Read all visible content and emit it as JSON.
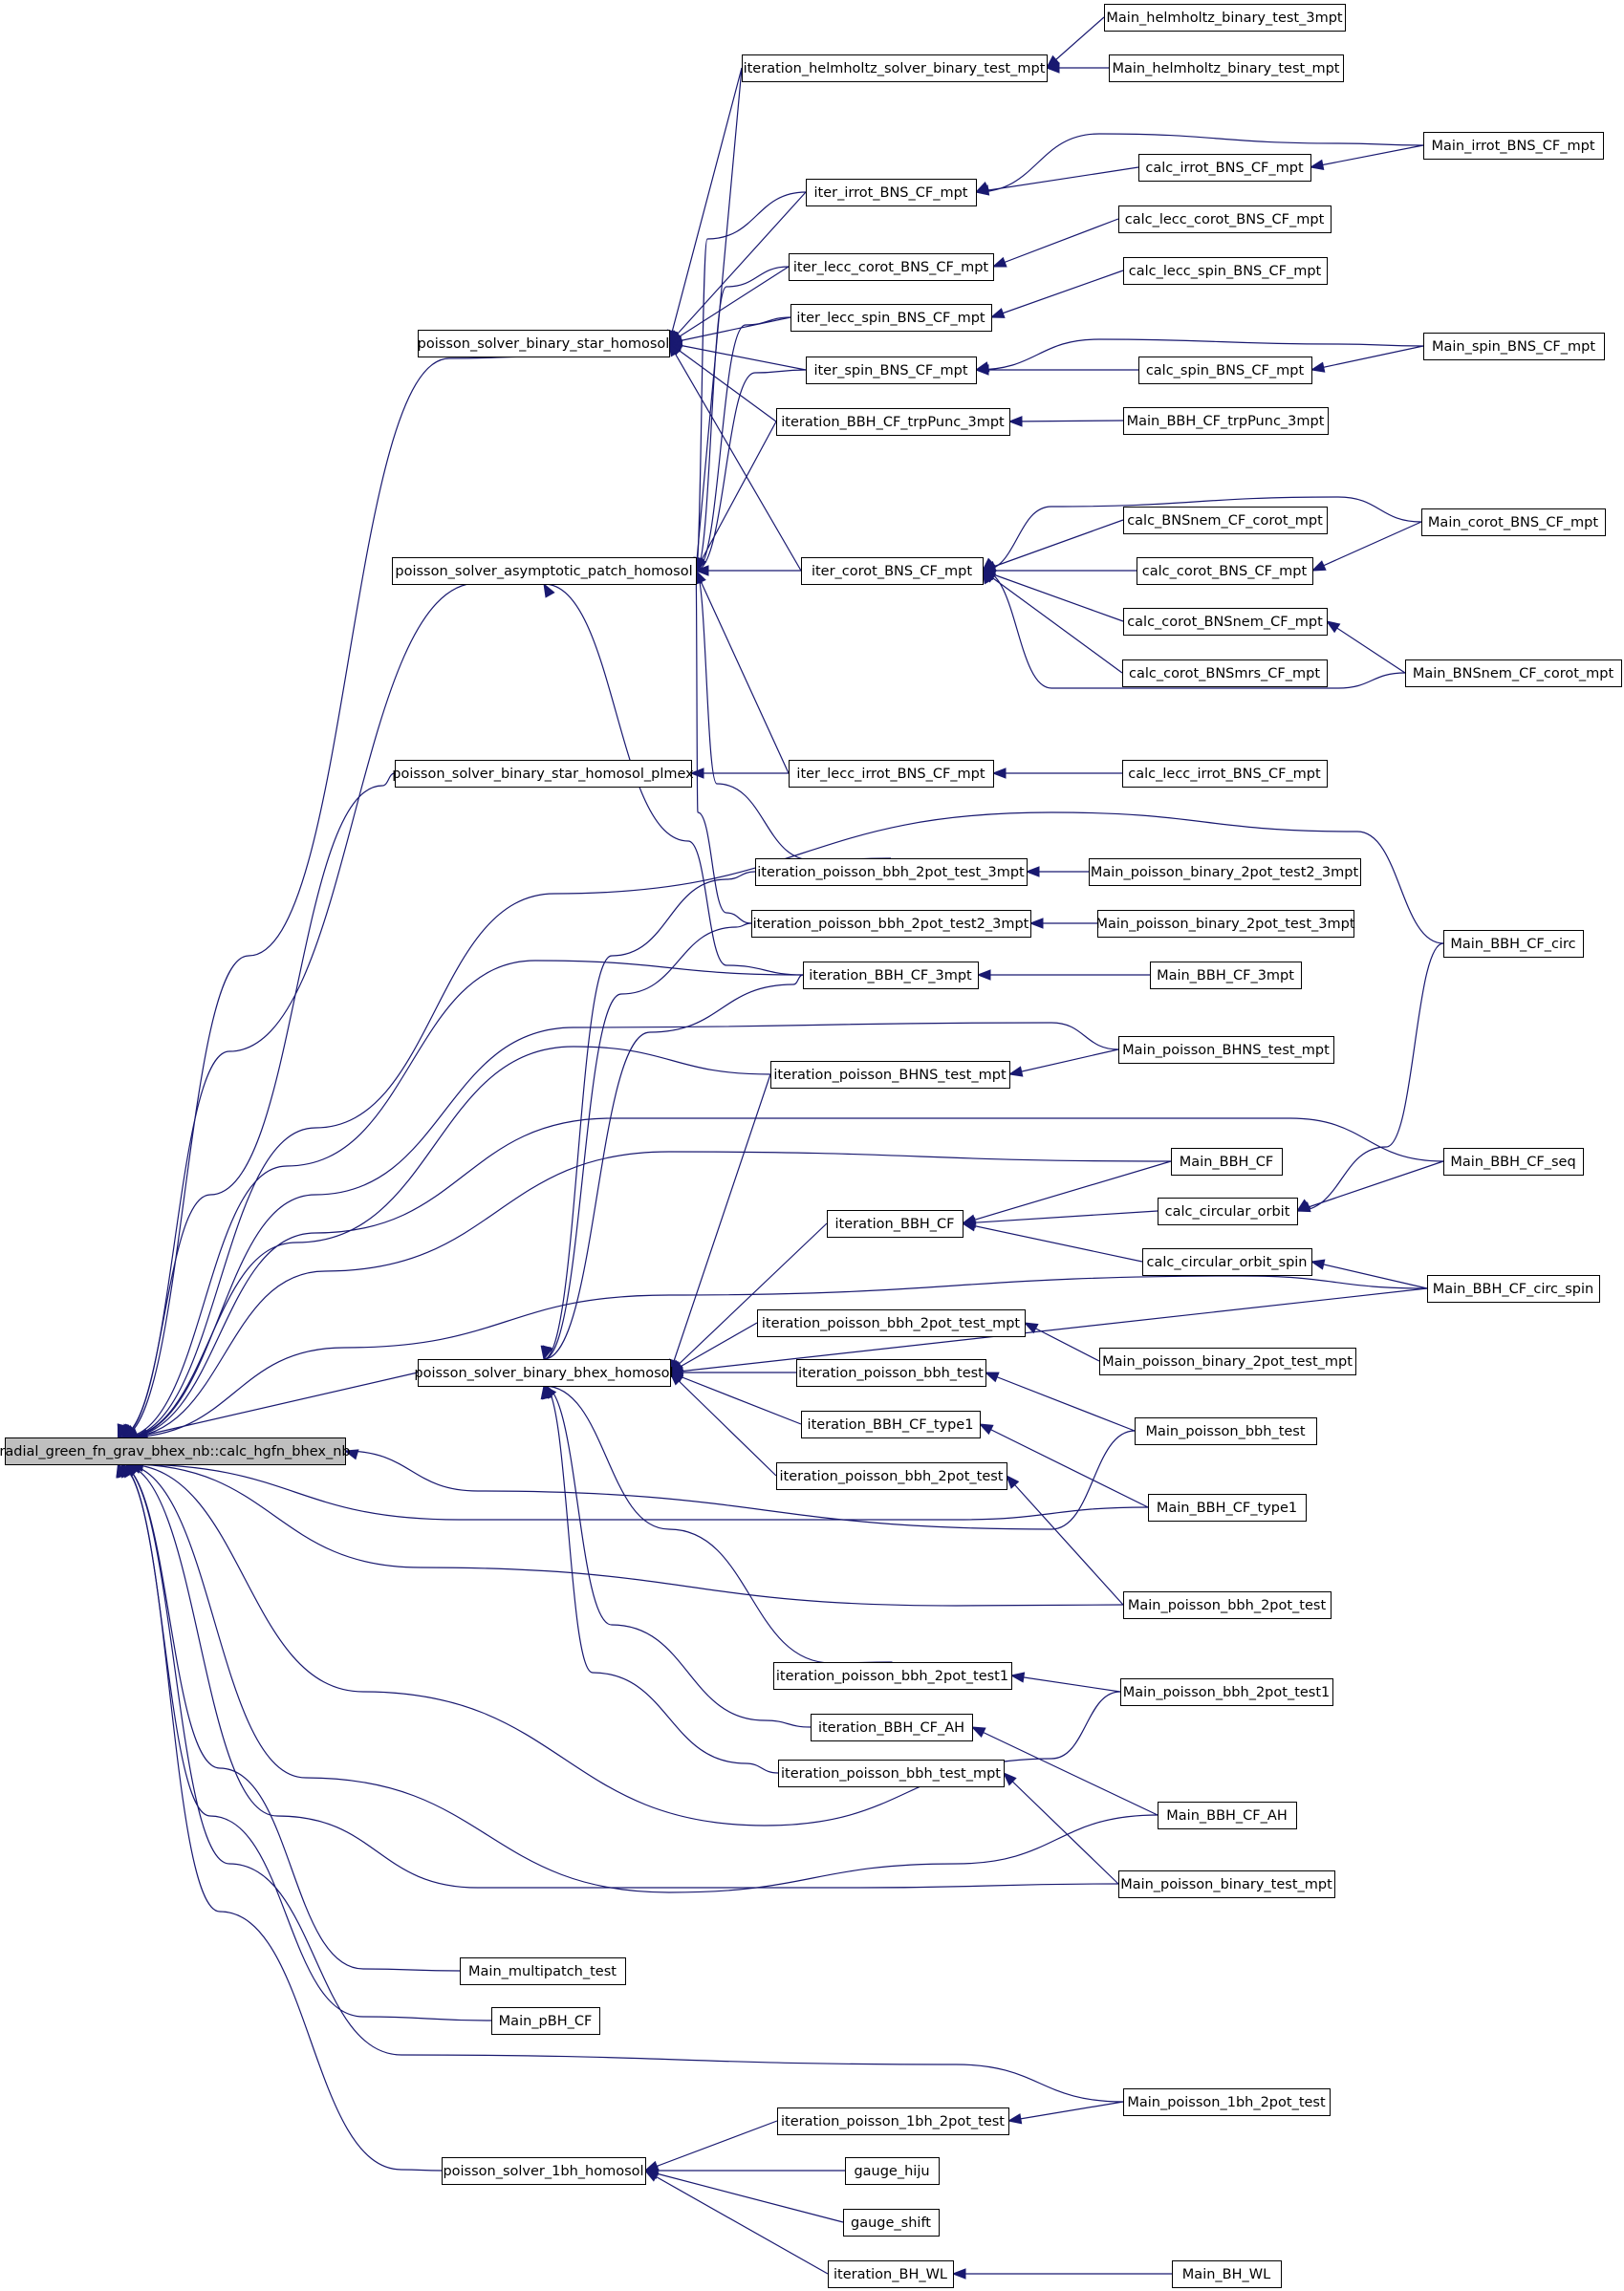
{
  "graph": {
    "root": "radial_green_fn_grav_bhex_nb::calc_hgfn_bhex_nb",
    "nodes": [
      {
        "id": "root",
        "label": "radial_green_fn_grav_bhex_nb::calc_hgfn_bhex_nb"
      },
      {
        "id": "psbsh",
        "label": "poisson_solver_binary_star_homosol"
      },
      {
        "id": "psaph",
        "label": "poisson_solver_asymptotic_patch_homosol"
      },
      {
        "id": "psbshp",
        "label": "poisson_solver_binary_star_homosol_plmex"
      },
      {
        "id": "psbbh",
        "label": "poisson_solver_binary_bhex_homosol"
      },
      {
        "id": "ps1bh",
        "label": "poisson_solver_1bh_homosol"
      },
      {
        "id": "ihsbt",
        "label": "iteration_helmholtz_solver_binary_test_mpt"
      },
      {
        "id": "mhbt3",
        "label": "Main_helmholtz_binary_test_3mpt"
      },
      {
        "id": "mhbt",
        "label": "Main_helmholtz_binary_test_mpt"
      },
      {
        "id": "iirrot",
        "label": "iter_irrot_BNS_CF_mpt"
      },
      {
        "id": "cirrot",
        "label": "calc_irrot_BNS_CF_mpt"
      },
      {
        "id": "mirrot",
        "label": "Main_irrot_BNS_CF_mpt"
      },
      {
        "id": "ilecccorot",
        "label": "iter_lecc_corot_BNS_CF_mpt"
      },
      {
        "id": "clecccorot",
        "label": "calc_lecc_corot_BNS_CF_mpt"
      },
      {
        "id": "ileccspin",
        "label": "iter_lecc_spin_BNS_CF_mpt"
      },
      {
        "id": "cleccspin",
        "label": "calc_lecc_spin_BNS_CF_mpt"
      },
      {
        "id": "ispin",
        "label": "iter_spin_BNS_CF_mpt"
      },
      {
        "id": "cspin",
        "label": "calc_spin_BNS_CF_mpt"
      },
      {
        "id": "mspin",
        "label": "Main_spin_BNS_CF_mpt"
      },
      {
        "id": "ibbhtrp",
        "label": "iteration_BBH_CF_trpPunc_3mpt"
      },
      {
        "id": "mbbhtrp",
        "label": "Main_BBH_CF_trpPunc_3mpt"
      },
      {
        "id": "icorot",
        "label": "iter_corot_BNS_CF_mpt"
      },
      {
        "id": "cbnsnemcorot",
        "label": "calc_BNSnem_CF_corot_mpt"
      },
      {
        "id": "ccorot",
        "label": "calc_corot_BNS_CF_mpt"
      },
      {
        "id": "mcorot",
        "label": "Main_corot_BNS_CF_mpt"
      },
      {
        "id": "ccorotbnsnem",
        "label": "calc_corot_BNSnem_CF_mpt"
      },
      {
        "id": "ccorotbnsmrs",
        "label": "calc_corot_BNSmrs_CF_mpt"
      },
      {
        "id": "mbnsnemcorot",
        "label": "Main_BNSnem_CF_corot_mpt"
      },
      {
        "id": "ileccirrot",
        "label": "iter_lecc_irrot_BNS_CF_mpt"
      },
      {
        "id": "cleccirrot",
        "label": "calc_lecc_irrot_BNS_CF_mpt"
      },
      {
        "id": "ipb2pt3",
        "label": "iteration_poisson_bbh_2pot_test_3mpt"
      },
      {
        "id": "mpb2pt2_3",
        "label": "Main_poisson_binary_2pot_test2_3mpt"
      },
      {
        "id": "ipb2pt2_3",
        "label": "iteration_poisson_bbh_2pot_test2_3mpt"
      },
      {
        "id": "mpb2pt3",
        "label": "Main_poisson_binary_2pot_test_3mpt"
      },
      {
        "id": "ibbh3",
        "label": "iteration_BBH_CF_3mpt"
      },
      {
        "id": "mbbh3",
        "label": "Main_BBH_CF_3mpt"
      },
      {
        "id": "mbbhcirc",
        "label": "Main_BBH_CF_circ"
      },
      {
        "id": "ipbhns",
        "label": "iteration_poisson_BHNS_test_mpt"
      },
      {
        "id": "mpbhns",
        "label": "Main_poisson_BHNS_test_mpt"
      },
      {
        "id": "mbbhcf",
        "label": "Main_BBH_CF"
      },
      {
        "id": "mbbhseq",
        "label": "Main_BBH_CF_seq"
      },
      {
        "id": "ibbhcf",
        "label": "iteration_BBH_CF"
      },
      {
        "id": "ccirc",
        "label": "calc_circular_orbit"
      },
      {
        "id": "ccircspin",
        "label": "calc_circular_orbit_spin"
      },
      {
        "id": "mbbhcircspin",
        "label": "Main_BBH_CF_circ_spin"
      },
      {
        "id": "ipb2ptmpt",
        "label": "iteration_poisson_bbh_2pot_test_mpt"
      },
      {
        "id": "mpb2ptmpt",
        "label": "Main_poisson_binary_2pot_test_mpt"
      },
      {
        "id": "ipbt",
        "label": "iteration_poisson_bbh_test"
      },
      {
        "id": "mpbt",
        "label": "Main_poisson_bbh_test"
      },
      {
        "id": "ibbht1",
        "label": "iteration_BBH_CF_type1"
      },
      {
        "id": "mbbht1",
        "label": "Main_BBH_CF_type1"
      },
      {
        "id": "ipb2pt",
        "label": "iteration_poisson_bbh_2pot_test"
      },
      {
        "id": "mpb2pt",
        "label": "Main_poisson_bbh_2pot_test"
      },
      {
        "id": "ipb2pt1",
        "label": "iteration_poisson_bbh_2pot_test1"
      },
      {
        "id": "mpb2pt1",
        "label": "Main_poisson_bbh_2pot_test1"
      },
      {
        "id": "ibbhah",
        "label": "iteration_BBH_CF_AH"
      },
      {
        "id": "mbbhah",
        "label": "Main_BBH_CF_AH"
      },
      {
        "id": "ipbtm",
        "label": "iteration_poisson_bbh_test_mpt"
      },
      {
        "id": "mpbtm",
        "label": "Main_poisson_binary_test_mpt"
      },
      {
        "id": "mmulti",
        "label": "Main_multipatch_test"
      },
      {
        "id": "mpbh",
        "label": "Main_pBH_CF"
      },
      {
        "id": "mp1bh",
        "label": "Main_poisson_1bh_2pot_test"
      },
      {
        "id": "ip1bh",
        "label": "iteration_poisson_1bh_2pot_test"
      },
      {
        "id": "ghiju",
        "label": "gauge_hiju"
      },
      {
        "id": "gshift",
        "label": "gauge_shift"
      },
      {
        "id": "ibhwl",
        "label": "iteration_BH_WL"
      },
      {
        "id": "mbhwl",
        "label": "Main_BH_WL"
      }
    ],
    "edges": [
      [
        "root",
        "psbsh"
      ],
      [
        "root",
        "psaph"
      ],
      [
        "root",
        "psbshp"
      ],
      [
        "root",
        "psbbh"
      ],
      [
        "root",
        "ps1bh"
      ],
      [
        "root",
        "mbbhcirc"
      ],
      [
        "root",
        "ibbh3"
      ],
      [
        "root",
        "mpbhns"
      ],
      [
        "root",
        "ipbhns"
      ],
      [
        "root",
        "mbbhseq"
      ],
      [
        "root",
        "mbbhcf"
      ],
      [
        "root",
        "mbbhcircspin"
      ],
      [
        "root",
        "mpbt"
      ],
      [
        "root",
        "mbbht1"
      ],
      [
        "root",
        "mpb2pt"
      ],
      [
        "root",
        "mpb2pt1"
      ],
      [
        "root",
        "mbbhah"
      ],
      [
        "root",
        "mpbtm"
      ],
      [
        "root",
        "mmulti"
      ],
      [
        "root",
        "mpbh"
      ],
      [
        "root",
        "mp1bh"
      ],
      [
        "psbsh",
        "ihsbt"
      ],
      [
        "psbsh",
        "iirrot"
      ],
      [
        "psbsh",
        "ilecccorot"
      ],
      [
        "psbsh",
        "ileccspin"
      ],
      [
        "psbsh",
        "ispin"
      ],
      [
        "psbsh",
        "ibbhtrp"
      ],
      [
        "psbsh",
        "icorot"
      ],
      [
        "psaph",
        "ihsbt"
      ],
      [
        "psaph",
        "iirrot"
      ],
      [
        "psaph",
        "ilecccorot"
      ],
      [
        "psaph",
        "ileccspin"
      ],
      [
        "psaph",
        "ispin"
      ],
      [
        "psaph",
        "ibbhtrp"
      ],
      [
        "psaph",
        "icorot"
      ],
      [
        "psaph",
        "ileccirrot"
      ],
      [
        "psaph",
        "ipb2pt3"
      ],
      [
        "psaph",
        "ipb2pt2_3"
      ],
      [
        "psaph",
        "ibbh3"
      ],
      [
        "psbshp",
        "ileccirrot"
      ],
      [
        "psbbh",
        "ipb2pt3"
      ],
      [
        "psbbh",
        "ipb2pt2_3"
      ],
      [
        "psbbh",
        "ibbh3"
      ],
      [
        "psbbh",
        "ipbhns"
      ],
      [
        "psbbh",
        "ibbhcf"
      ],
      [
        "psbbh",
        "mbbhcircspin"
      ],
      [
        "psbbh",
        "ipb2ptmpt"
      ],
      [
        "psbbh",
        "ipbt"
      ],
      [
        "psbbh",
        "ibbht1"
      ],
      [
        "psbbh",
        "ipb2pt"
      ],
      [
        "psbbh",
        "ipb2pt1"
      ],
      [
        "psbbh",
        "ibbhah"
      ],
      [
        "psbbh",
        "ipbtm"
      ],
      [
        "ps1bh",
        "ip1bh"
      ],
      [
        "ps1bh",
        "ghiju"
      ],
      [
        "ps1bh",
        "gshift"
      ],
      [
        "ps1bh",
        "ibhwl"
      ],
      [
        "ihsbt",
        "mhbt3"
      ],
      [
        "ihsbt",
        "mhbt"
      ],
      [
        "iirrot",
        "cirrot"
      ],
      [
        "iirrot",
        "mirrot"
      ],
      [
        "cirrot",
        "mirrot"
      ],
      [
        "ilecccorot",
        "clecccorot"
      ],
      [
        "ileccspin",
        "cleccspin"
      ],
      [
        "ispin",
        "cspin"
      ],
      [
        "ispin",
        "mspin"
      ],
      [
        "cspin",
        "mspin"
      ],
      [
        "ibbhtrp",
        "mbbhtrp"
      ],
      [
        "icorot",
        "cbnsnemcorot"
      ],
      [
        "icorot",
        "ccorot"
      ],
      [
        "icorot",
        "mcorot"
      ],
      [
        "icorot",
        "ccorotbnsnem"
      ],
      [
        "icorot",
        "ccorotbnsmrs"
      ],
      [
        "icorot",
        "mbnsnemcorot"
      ],
      [
        "ccorot",
        "mcorot"
      ],
      [
        "ccorotbnsnem",
        "mbnsnemcorot"
      ],
      [
        "ileccirrot",
        "cleccirrot"
      ],
      [
        "ipb2pt3",
        "mpb2pt2_3"
      ],
      [
        "ipb2pt2_3",
        "mpb2pt3"
      ],
      [
        "ibbh3",
        "mbbh3"
      ],
      [
        "ipbhns",
        "mpbhns"
      ],
      [
        "ibbhcf",
        "mbbhcf"
      ],
      [
        "ibbhcf",
        "ccirc"
      ],
      [
        "ibbhcf",
        "ccircspin"
      ],
      [
        "ccirc",
        "mbbhcirc"
      ],
      [
        "ccirc",
        "mbbhseq"
      ],
      [
        "ccircspin",
        "mbbhcircspin"
      ],
      [
        "ipb2ptmpt",
        "mpb2ptmpt"
      ],
      [
        "ipbt",
        "mpbt"
      ],
      [
        "ibbht1",
        "mbbht1"
      ],
      [
        "ipb2pt",
        "mpb2pt"
      ],
      [
        "ipb2pt1",
        "mpb2pt1"
      ],
      [
        "ibbhah",
        "mbbhah"
      ],
      [
        "ipbtm",
        "mpbtm"
      ],
      [
        "ip1bh",
        "mp1bh"
      ],
      [
        "ibhwl",
        "mbhwl"
      ]
    ]
  },
  "colors": {
    "edge": "#191970",
    "root_fill": "#bfbfbf",
    "node_fill": "#ffffff",
    "node_stroke": "#000000"
  }
}
